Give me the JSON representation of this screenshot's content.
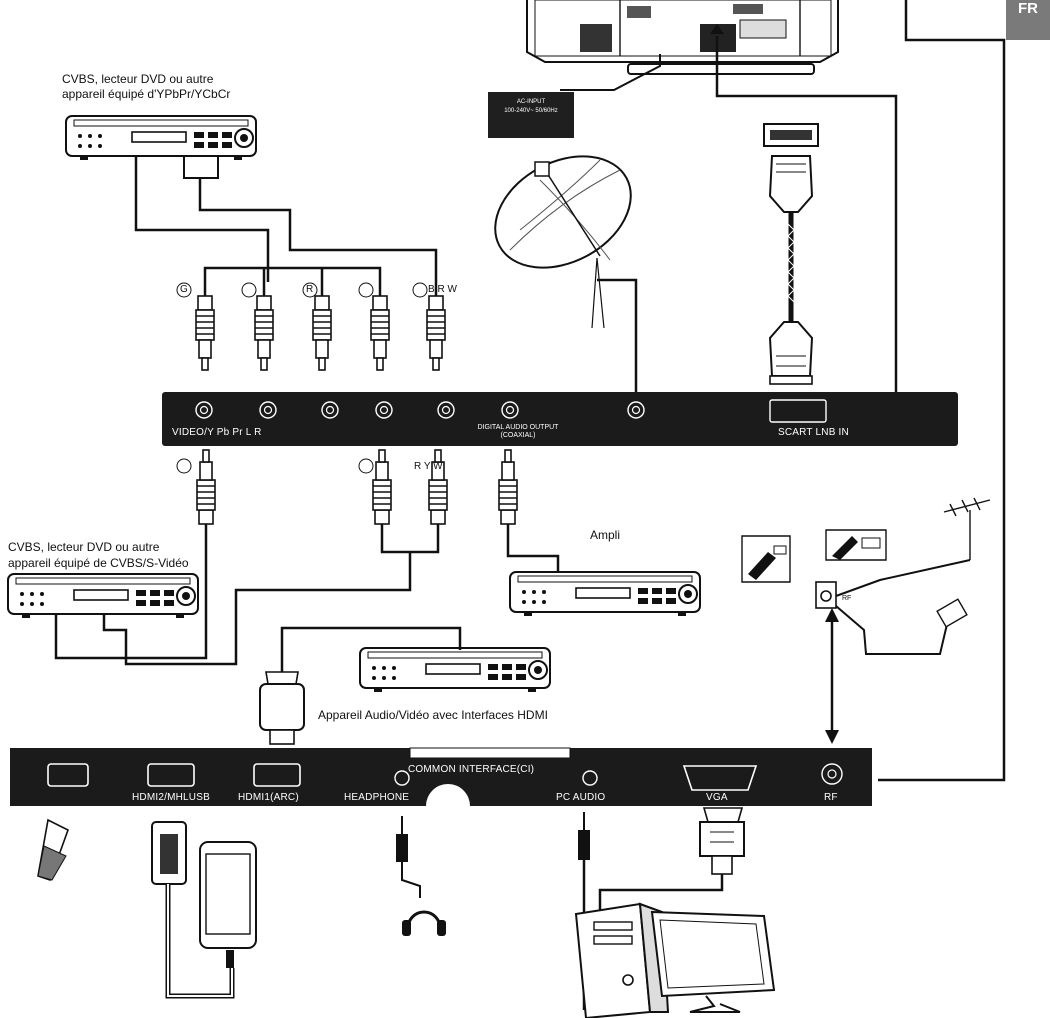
{
  "page": {
    "lang_tag": "FR"
  },
  "labels": {
    "dvd_ypbpr_line1": "CVBS, lecteur DVD ou autre",
    "dvd_ypbpr_line2": "appareil équipé d'YPbPr/YCbCr",
    "dvd_cvbs_line1": "CVBS, lecteur DVD ou autre",
    "dvd_cvbs_line2": "appareil équipé de CVBS/S-Vidéo",
    "ampli": "Ampli",
    "hdmi_device": "Appareil Audio/Vidéo avec Interfaces HDMI",
    "ac_input_line1": "AC-INPUT",
    "ac_input_line2": "100-240V~ 50/60Hz"
  },
  "upper_panel": {
    "ports_label": "VIDEO/Y Pb Pr L R",
    "digital_audio_line1": "DIGITAL AUDIO OUTPUT",
    "digital_audio_line2": "(COAXIAL)",
    "scart_label": "SCART LNB IN"
  },
  "lower_panel": {
    "hdmi2": "HDMI2/MHLUSB",
    "hdmi1": "HDMI1(ARC)",
    "ci": "COMMON INTERFACE(CI)",
    "headphone": "HEADPHONE",
    "pc_audio": "PC AUDIO",
    "vga": "VGA",
    "rf": "RF"
  },
  "plug_marks": {
    "g": "G",
    "r": "R",
    "brw": "B R W",
    "ryw": "R Y W",
    "rf_arrow": "RF"
  },
  "colors": {
    "panel": "#1b1b1b",
    "line": "#111111",
    "tag_bg": "#7a7a7a"
  },
  "icons": [
    "tv-back-icon",
    "satellite-dish-icon",
    "scart-cable-icon",
    "rca-plug-icon",
    "dvd-player-icon",
    "hdmi-plug-icon",
    "amplifier-icon",
    "antenna-icon",
    "usb-stick-icon",
    "smartphone-icon",
    "headphones-icon",
    "audio-jack-icon",
    "vga-plug-icon",
    "computer-icon",
    "monitor-icon"
  ]
}
